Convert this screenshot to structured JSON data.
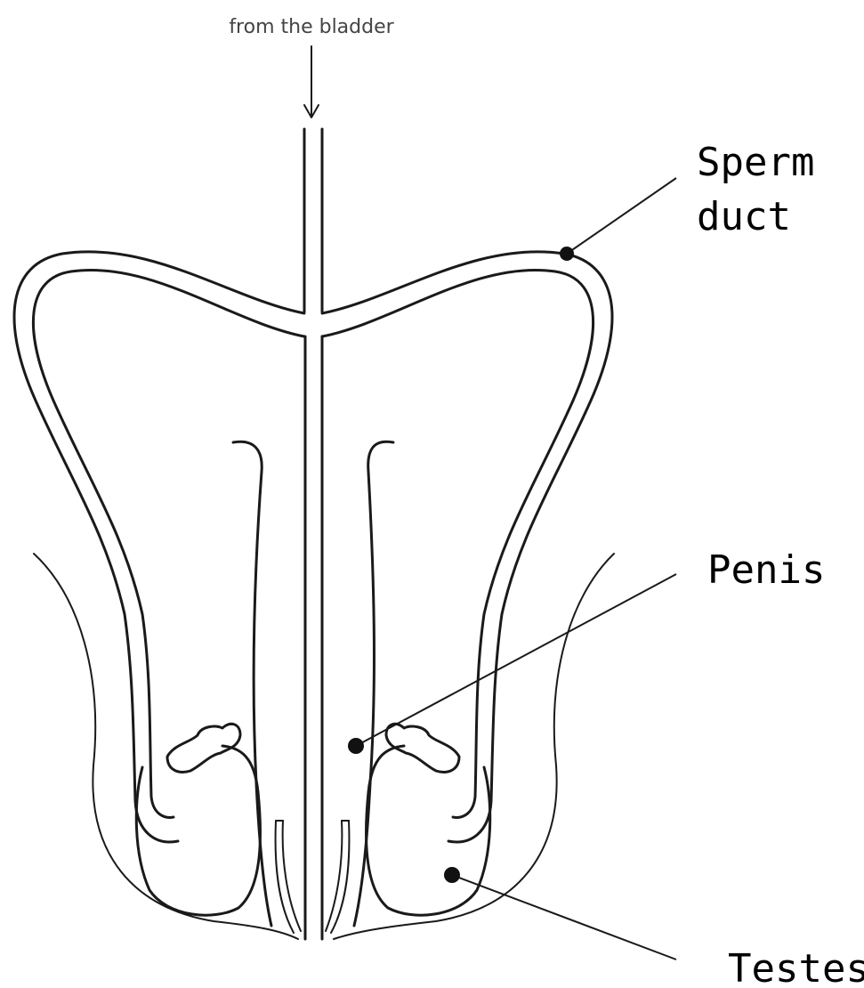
{
  "flow_label": "from the bladder",
  "labels": {
    "sperm_duct_line1": "Sperm",
    "sperm_duct_line2": "duct",
    "penis": "Penis",
    "testes": "Testes"
  },
  "colors": {
    "ink": "#1a1a1a",
    "label_text": "#000000",
    "source_text": "#444444",
    "background": "#ffffff"
  }
}
